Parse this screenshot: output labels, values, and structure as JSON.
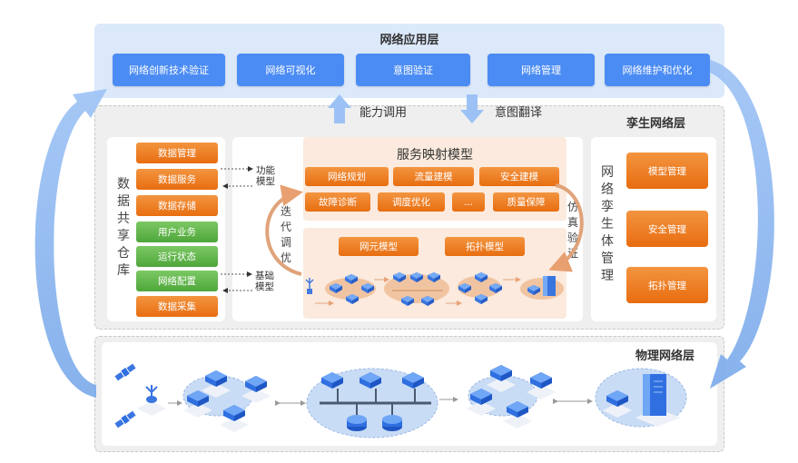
{
  "application_layer": {
    "title": "网络应用层",
    "items": [
      "网络创新技术验证",
      "网络可视化",
      "意图验证",
      "网络管理",
      "网络维护和优化"
    ]
  },
  "interlayer_arrows": {
    "up_label": "能力调用",
    "down_label": "意图翻译"
  },
  "twin_layer": {
    "title": "孪生网络层",
    "data_repository": {
      "title_chars": [
        "数",
        "据",
        "共",
        "享",
        "仓",
        "库"
      ],
      "items": [
        {
          "label": "数据管理",
          "color": "orange"
        },
        {
          "label": "数据服务",
          "color": "orange"
        },
        {
          "label": "数据存储",
          "color": "orange"
        },
        {
          "label": "用户业务",
          "color": "green"
        },
        {
          "label": "运行状态",
          "color": "green"
        },
        {
          "label": "网络配置",
          "color": "green"
        },
        {
          "label": "数据采集",
          "color": "orange"
        }
      ],
      "function_model_label": [
        "功能",
        "模型"
      ],
      "base_model_label": [
        "基础",
        "模型"
      ]
    },
    "service_mapping": {
      "title": "服务映射模型",
      "row1": [
        "网络规划",
        "流量建模",
        "安全建模"
      ],
      "row2": [
        "故障诊断",
        "调度优化",
        "...",
        "质量保障"
      ]
    },
    "base_models": [
      "网元模型",
      "拓扑模型"
    ],
    "iterate_label": [
      "迭",
      "代",
      "调",
      "优"
    ],
    "simulate_label": [
      "仿",
      "真",
      "验",
      "证"
    ],
    "twin_management": {
      "title_chars": [
        "网",
        "络",
        "孪",
        "生",
        "体",
        "管",
        "理"
      ],
      "items": [
        "模型管理",
        "安全管理",
        "拓扑管理"
      ]
    }
  },
  "physical_layer": {
    "title": "物理网络层"
  },
  "colors": {
    "app_blue": "#4b8cf4",
    "orange": "#ee7a22",
    "green": "#5cb447",
    "layer_bg": "#dce9fb"
  }
}
